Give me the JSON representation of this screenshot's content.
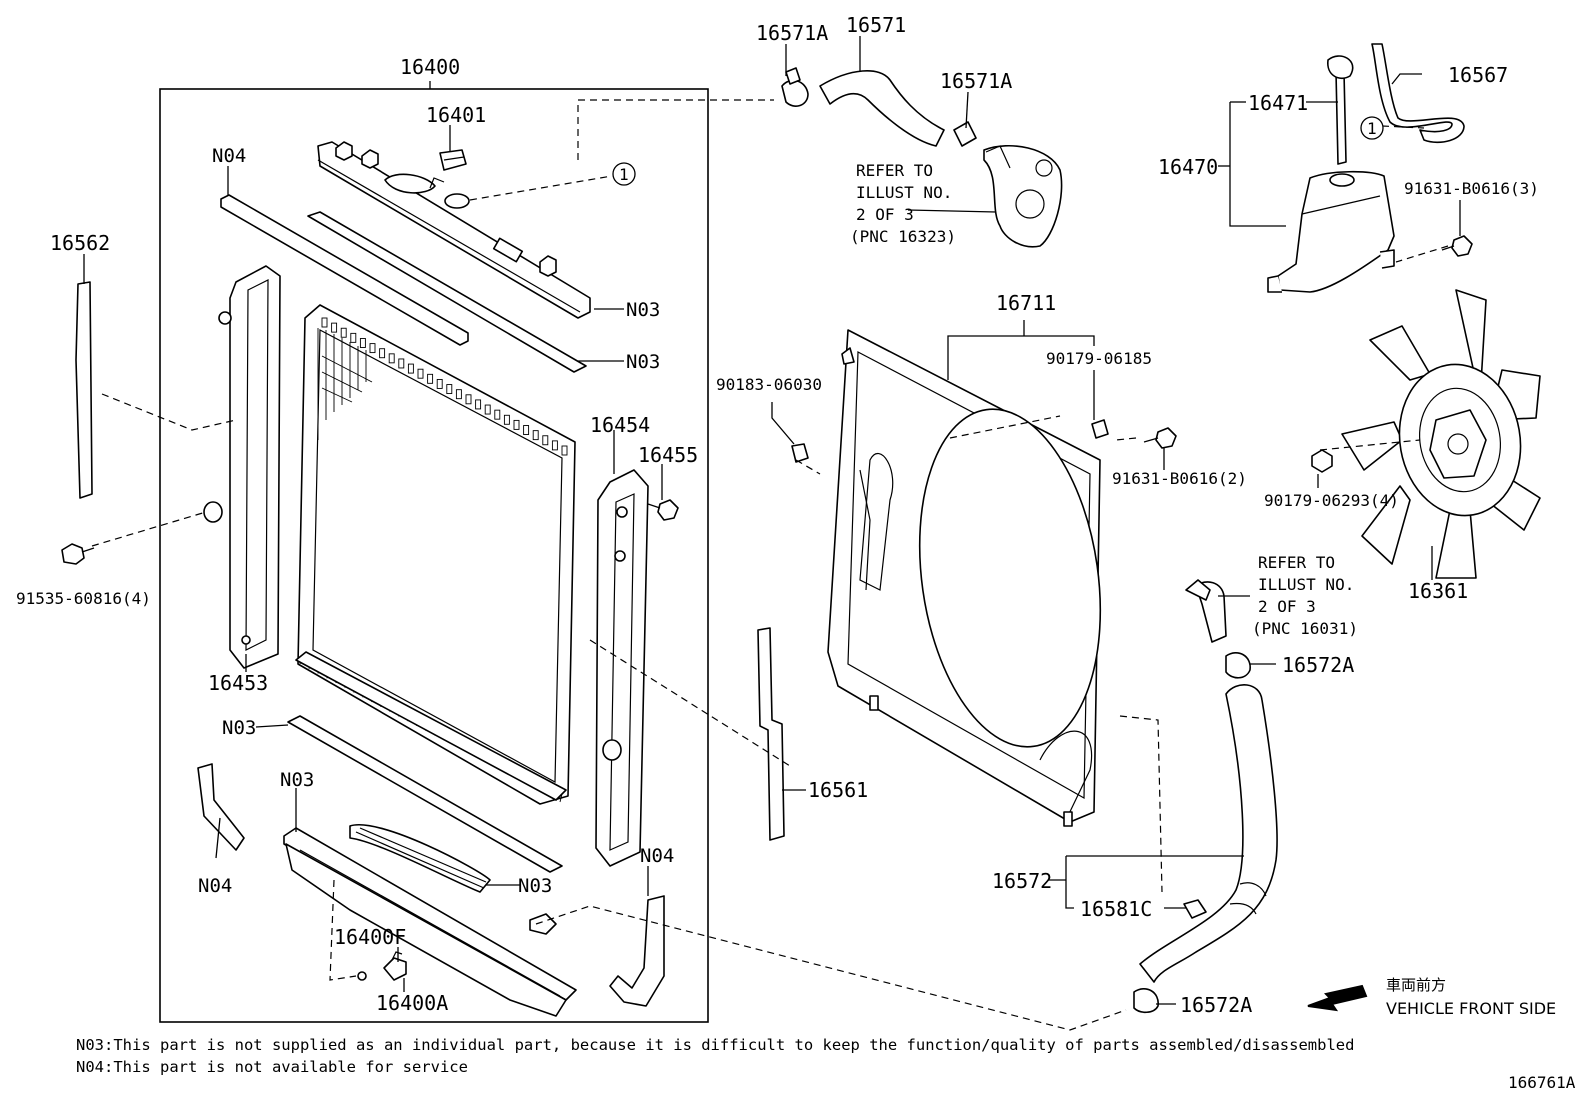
{
  "callouts": {
    "p16400": "16400",
    "p16401": "16401",
    "n04_top": "N04",
    "n03_a": "N03",
    "n03_b": "N03",
    "p16562": "16562",
    "p16453": "16453",
    "p91535": "91535-60816(4)",
    "p16454": "16454",
    "p16455": "16455",
    "n03_c": "N03",
    "n03_d": "N03",
    "n03_e": "N03",
    "n04_left": "N04",
    "n04_right": "N04",
    "p16400F": "16400F",
    "p16400A": "16400A",
    "p16571A_a": "16571A",
    "p16571": "16571",
    "p16571A_b": "16571A",
    "p16711": "16711",
    "p90179_06185": "90179-06185",
    "p90183": "90183-06030",
    "p91631_2": "91631-B0616(2)",
    "p16561": "16561",
    "p16567": "16567",
    "p16471": "16471",
    "p16470": "16470",
    "p91631_3": "91631-B0616(3)",
    "p90179_06293": "90179-06293(4)",
    "p16361": "16361",
    "p16572A_a": "16572A",
    "p16572": "16572",
    "p16581C": "16581C",
    "p16572A_b": "16572A",
    "circle1_a": "1",
    "circle1_b": "1"
  },
  "refer_a": [
    "REFER TO",
    "ILLUST NO.",
    "2 OF 3",
    "(PNC 16323)"
  ],
  "refer_b": [
    "REFER TO",
    "ILLUST NO.",
    "2 OF 3",
    "(PNC 16031)"
  ],
  "direction": {
    "jp": "車両前方",
    "en": "VEHICLE FRONT SIDE"
  },
  "notes": [
    "N03:This part is not supplied as an individual part, because it is difficult to keep the function/quality of parts assembled/disassembled",
    "N04:This part is not available for service"
  ],
  "illustration_id": "166761A"
}
